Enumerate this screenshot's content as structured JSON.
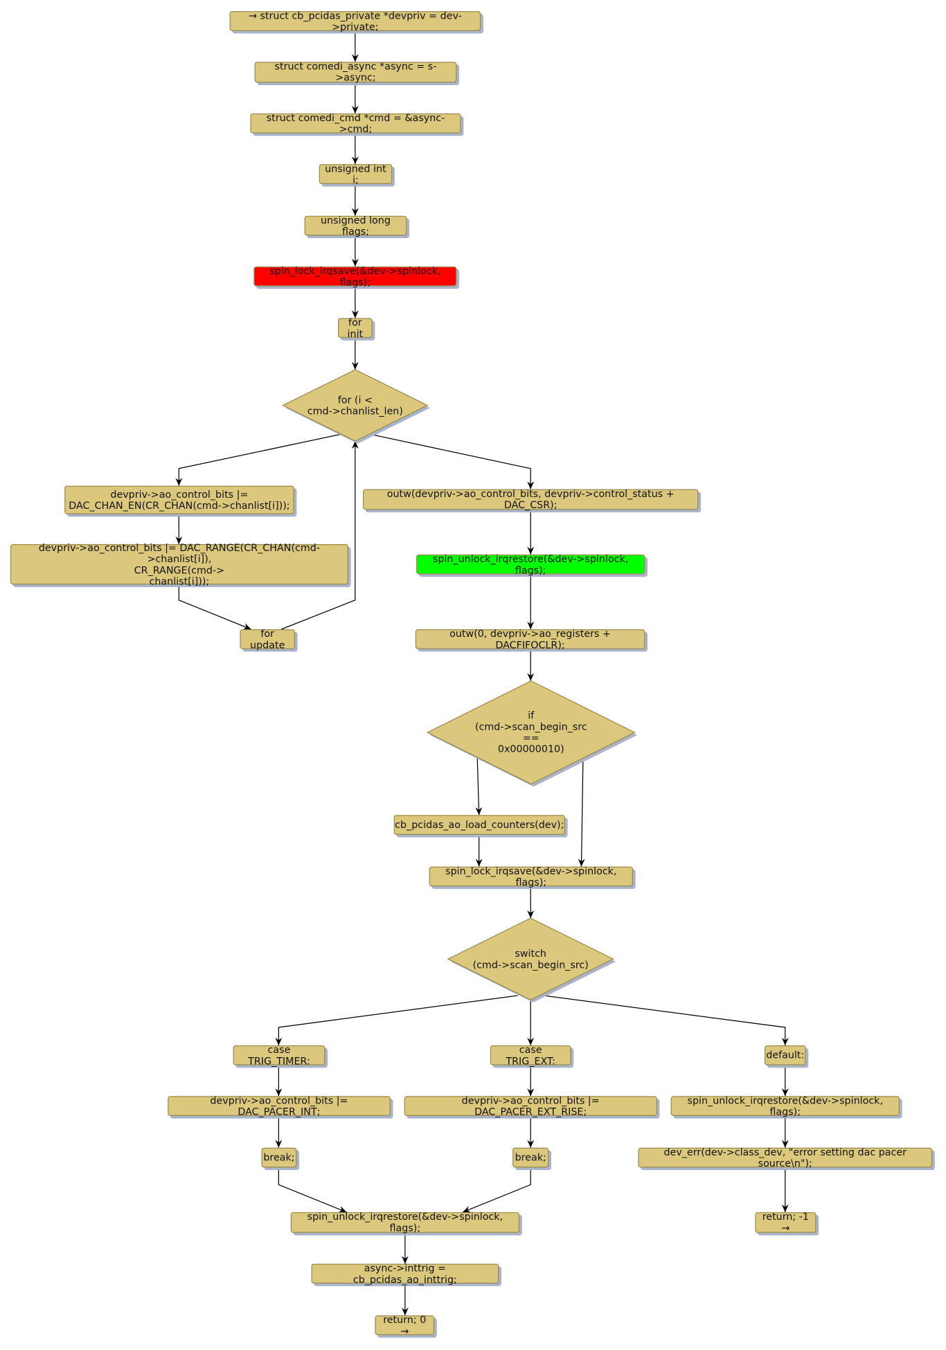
{
  "nodes": [
    "→ struct cb_pcidas_private *devpriv = dev->private;",
    "struct comedi_async *async = s->async;",
    "struct comedi_cmd *cmd = &async->cmd;",
    "unsigned int i;",
    "unsigned long flags;",
    "spin_lock_irqsave(&dev->spinlock, flags);",
    "for init",
    "for (i <\ncmd->chanlist_len)",
    "devpriv->ao_control_bits |=\nDAC_CHAN_EN(CR_CHAN(cmd->chanlist[i]));",
    "devpriv->ao_control_bits |= DAC_RANGE(CR_CHAN(cmd->chanlist[i]),\nCR_RANGE(cmd->\nchanlist[i]));",
    "for update",
    "outw(devpriv->ao_control_bits, devpriv->control_status + DAC_CSR);",
    "spin_unlock_irqrestore(&dev->spinlock, flags);",
    "outw(0, devpriv->ao_registers + DACFIFOCLR);",
    "if\n(cmd->scan_begin_src\n==\n0x00000010)",
    "cb_pcidas_ao_load_counters(dev);",
    "spin_lock_irqsave(&dev->spinlock, flags);",
    "switch\n(cmd->scan_begin_src)",
    "case TRIG_TIMER:",
    "case TRIG_EXT:",
    "default:",
    "devpriv->ao_control_bits |= DAC_PACER_INT;",
    "devpriv->ao_control_bits |= DAC_PACER_EXT_RISE;",
    "spin_unlock_irqrestore(&dev->spinlock, flags);",
    "break;",
    "break;",
    "dev_err(dev->class_dev, \"error setting dac pacer source\\n\");",
    "spin_unlock_irqrestore(&dev->spinlock, flags);",
    "return; -1 →",
    "async->inttrig = cb_pcidas_ao_inttrig;",
    "return; 0 →"
  ],
  "colors": {
    "node": "#dcc87c",
    "lock": "#ff0000",
    "unlock": "#00ff00"
  }
}
